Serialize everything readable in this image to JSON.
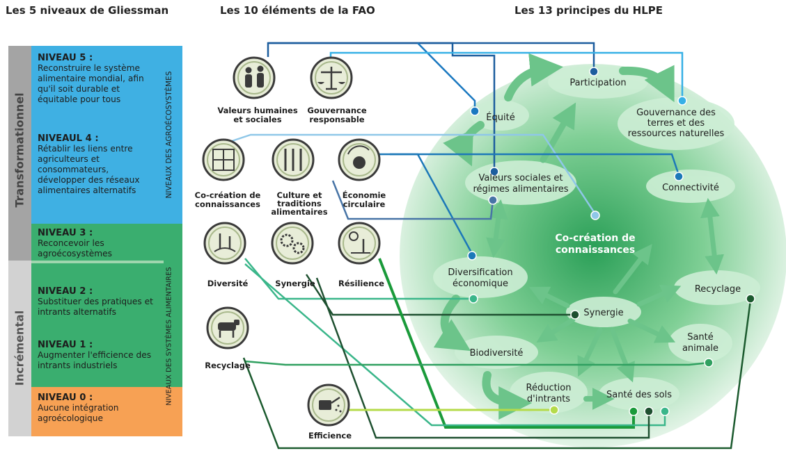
{
  "headers": {
    "gliessman": "Les 5 niveaux de Gliessman",
    "fao": "Les 10 éléments de la FAO",
    "hlpe": "Les 13 principes du HLPE"
  },
  "sides": {
    "transformational": "Transformationnel",
    "incremental": "Incrémental"
  },
  "vertical_labels": {
    "agroecosystems": "NIVEAUX DES AGROÉCOSYSTÈMES",
    "food_systems": "NIVEAUX DES SYSTÈMES ALIMENTAIRES"
  },
  "levels": [
    {
      "title": "NIVEAU 5 :",
      "text": "Reconstruire le système alimentaire mondial, afin qu'il soit durable et équitable pour tous"
    },
    {
      "title": "NIVEAUL 4 :",
      "text": "Rétablir les liens entre agriculteurs et consommateurs, développer des réseaux alimentaires alternatifs"
    },
    {
      "title": "NIVEAU 3 :",
      "text": "Reconcevoir les agroécosystèmes"
    },
    {
      "title": "NIVEAU 2 :",
      "text": "Substituer des pratiques et intrants alternatifs"
    },
    {
      "title": "NIVEAU 1 :",
      "text": "Augmenter l'efficience des intrants industriels"
    },
    {
      "title": "NIVEAU 0 :",
      "text": "Aucune intégration agroécologique"
    }
  ],
  "fao_elements": [
    {
      "id": "valeurs",
      "lines": [
        "Valeurs humaines",
        "et sociales"
      ],
      "icon": "people-icon"
    },
    {
      "id": "gouvernance",
      "lines": [
        "Gouvernance",
        "responsable"
      ],
      "icon": "scales-icon"
    },
    {
      "id": "cocreation",
      "lines": [
        "Co-création de",
        "connaissances"
      ],
      "icon": "map-icon"
    },
    {
      "id": "culture",
      "lines": [
        "Culture et",
        "traditions",
        "alimentaires"
      ],
      "icon": "cutlery-icon"
    },
    {
      "id": "economie",
      "lines": [
        "Économie",
        "circulaire"
      ],
      "icon": "apple-cycle-icon"
    },
    {
      "id": "diversite",
      "lines": [
        "Diversité"
      ],
      "icon": "plants-icon"
    },
    {
      "id": "synergie",
      "lines": [
        "Synergie"
      ],
      "icon": "gears-icon"
    },
    {
      "id": "resilience",
      "lines": [
        "Résilience"
      ],
      "icon": "sprout-icon"
    },
    {
      "id": "recyclage",
      "lines": [
        "Recyclage"
      ],
      "icon": "cow-icon"
    },
    {
      "id": "efficience",
      "lines": [
        "Efficience"
      ],
      "icon": "watering-can-icon"
    }
  ],
  "hlpe_principles": [
    {
      "id": "participation",
      "lines": [
        "Participation"
      ]
    },
    {
      "id": "equite",
      "lines": [
        "Équité"
      ]
    },
    {
      "id": "gouvernance",
      "lines": [
        "Gouvernance des",
        "terres et des",
        "ressources naturelles"
      ]
    },
    {
      "id": "valeurs",
      "lines": [
        "Valeurs sociales et",
        "régimes alimentaires"
      ]
    },
    {
      "id": "connectivite",
      "lines": [
        "Connectivité"
      ]
    },
    {
      "id": "cocreation",
      "lines": [
        "Co-création de",
        "connaissances"
      ]
    },
    {
      "id": "diversification",
      "lines": [
        "Diversification",
        "économique"
      ]
    },
    {
      "id": "recyclage",
      "lines": [
        "Recyclage"
      ]
    },
    {
      "id": "synergie",
      "lines": [
        "Synergie"
      ]
    },
    {
      "id": "biodiversite",
      "lines": [
        "Biodiversité"
      ]
    },
    {
      "id": "sante_animale",
      "lines": [
        "Santé",
        "animale"
      ]
    },
    {
      "id": "reduction",
      "lines": [
        "Réduction",
        "d'intrants"
      ]
    },
    {
      "id": "sante_sols",
      "lines": [
        "Santé des sols"
      ]
    }
  ],
  "colors": {
    "transformational": "#a4a4a4",
    "incremental": "#d2d2d2",
    "blue_band": "#3fb0e3",
    "green_band": "#3aae6f",
    "orange_band": "#f7a154",
    "circle": "#b9e3c4",
    "arrow": "#6cc48a"
  }
}
